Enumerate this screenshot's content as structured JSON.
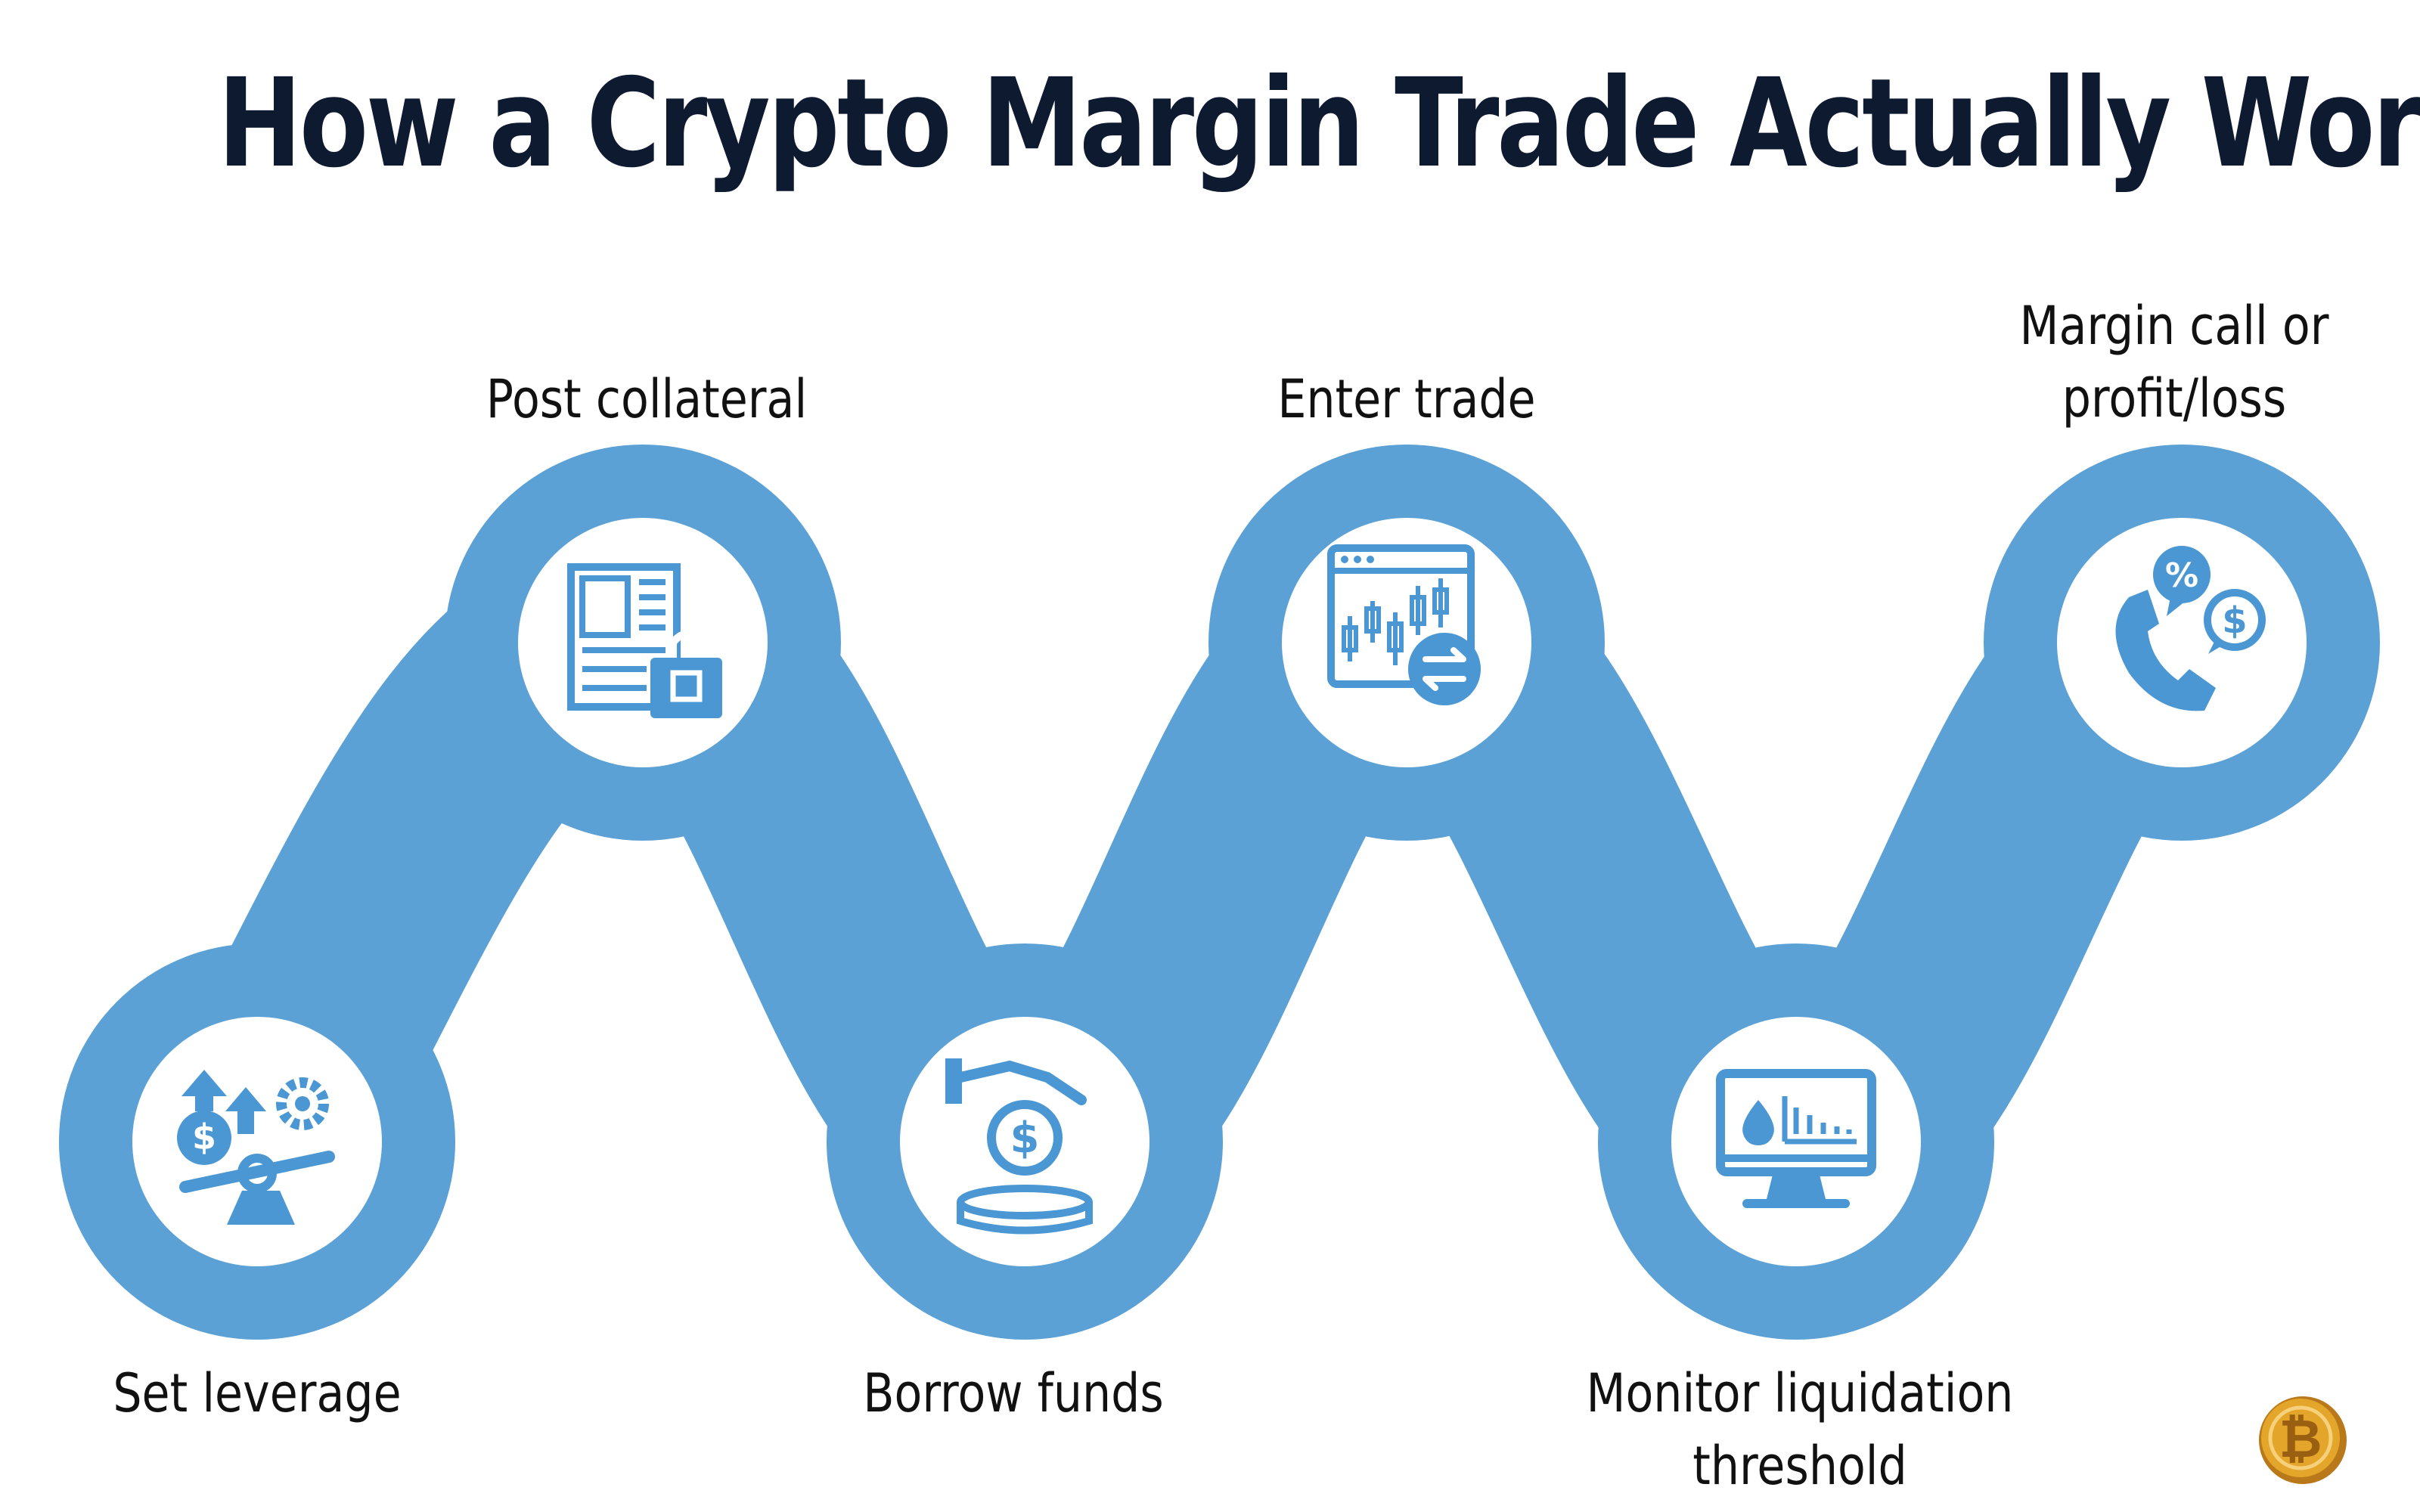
{
  "title": "How a Crypto Margin Trade Actually Works",
  "colors": {
    "band": "#5ba1d6",
    "circle": "#ffffff",
    "icon": "#4a97d3",
    "title": "#0e1a30",
    "coin": "#e3a52a"
  },
  "steps": [
    {
      "label_lines": [
        "Set leverage"
      ],
      "icon": "leverage-scale-icon"
    },
    {
      "label_lines": [
        "Post collateral"
      ],
      "icon": "document-lock-icon"
    },
    {
      "label_lines": [
        "Borrow funds"
      ],
      "icon": "hand-coin-icon"
    },
    {
      "label_lines": [
        "Enter trade"
      ],
      "icon": "candlestick-chart-icon"
    },
    {
      "label_lines": [
        "Monitor liquidation",
        "threshold"
      ],
      "icon": "monitor-drop-chart-icon"
    },
    {
      "label_lines": [
        "Margin call or",
        "profit/loss"
      ],
      "icon": "phone-percent-dollar-icon"
    }
  ],
  "logo": {
    "icon": "bitcoin-coin-icon"
  }
}
